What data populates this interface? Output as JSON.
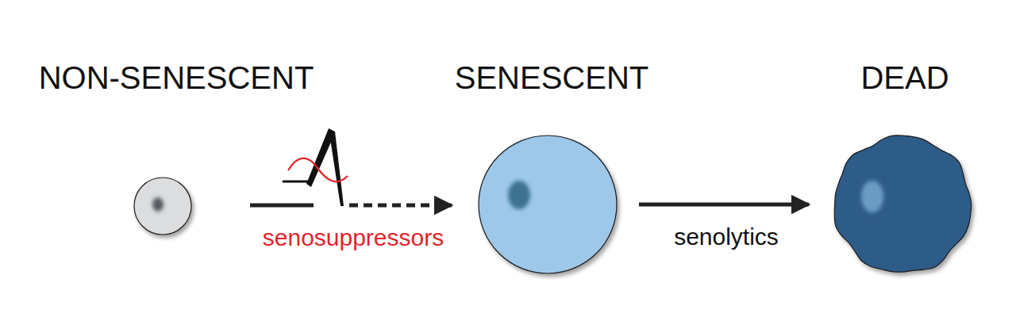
{
  "diagram": {
    "nodes": [
      {
        "text": [
          "NON-SENESCENT"
        ]
      },
      {
        "text": [
          "SENESCENT"
        ]
      },
      {
        "text": [
          "DEAD"
        ]
      }
    ],
    "edges": [
      {
        "from": 0,
        "to": 1,
        "arrow": "to",
        "label": "senosuppressors"
      },
      {
        "from": 1,
        "to": 2,
        "arrow": "to",
        "label": "senolytics"
      }
    ]
  }
}
